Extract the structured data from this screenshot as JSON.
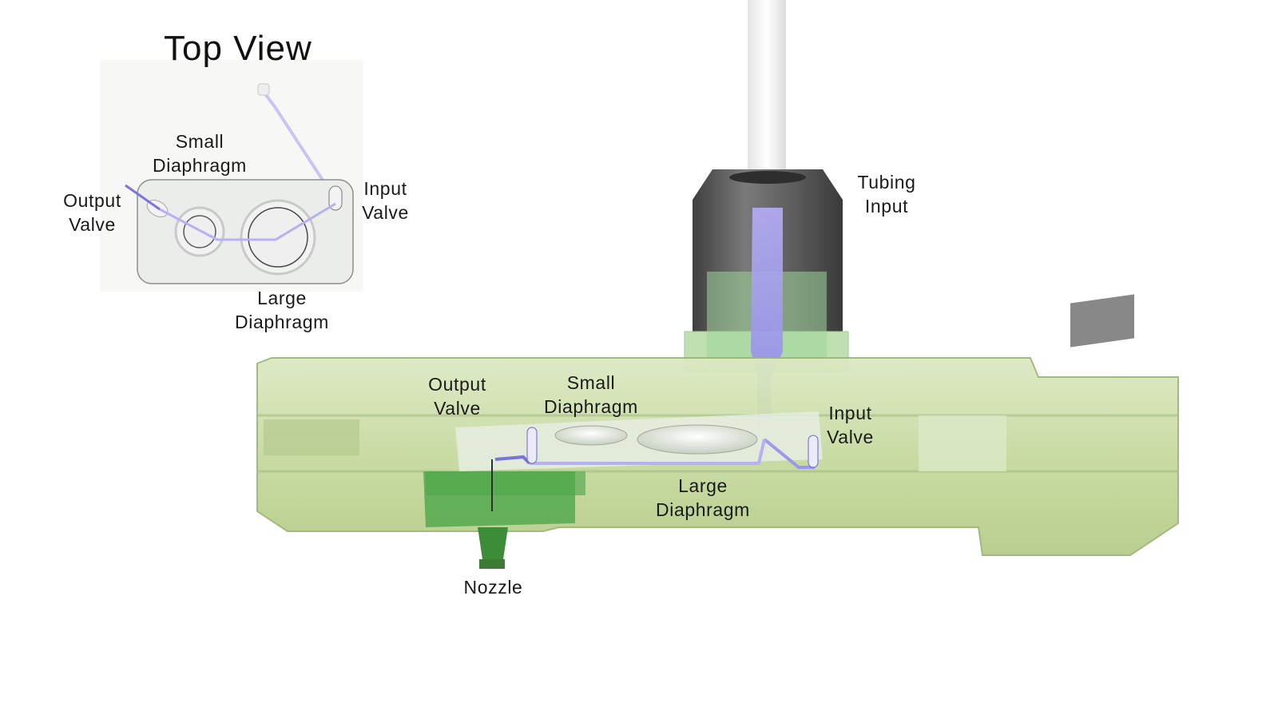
{
  "colors": {
    "body_green": "#c9dca6",
    "body_green_dark": "#9cb876",
    "nozzle_green": "#3f9a43",
    "channel_purple": "#8f86e8",
    "cap_gray": "#5f5f5f",
    "tube_white": "#f4f4f4"
  },
  "top_view": {
    "title": "Top View",
    "labels": {
      "small_diaphragm": "Small\nDiaphragm",
      "output_valve": "Output\nValve",
      "input_valve": "Input\nValve",
      "large_diaphragm": "Large\nDiaphragm"
    }
  },
  "main_view": {
    "labels": {
      "tubing_input": "Tubing\nInput",
      "output_valve": "Output\nValve",
      "small_diaphragm": "Small\nDiaphragm",
      "input_valve": "Input\nValve",
      "large_diaphragm": "Large\nDiaphragm",
      "nozzle": "Nozzle"
    }
  }
}
